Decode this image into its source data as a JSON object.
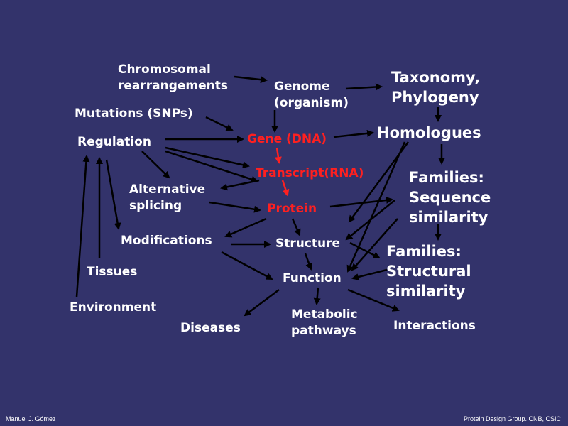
{
  "colors": {
    "background": "#33336b",
    "text": "#ffffff",
    "highlight": "#ff2020",
    "arrow": "#000000"
  },
  "nodes": {
    "chromosomal": "Chromosomal\nrearrangements",
    "genome": "Genome\n(organism)",
    "taxonomy": "Taxonomy,\nPhylogeny",
    "mutations": "Mutations (SNPs)",
    "regulation": "Regulation",
    "gene": "Gene (DNA)",
    "homologues": "Homologues",
    "transcript": "Transcript(RNA)",
    "alt_splicing": "Alternative\nsplicing",
    "families_seq": "Families:\nSequence\nsimilarity",
    "protein": "Protein",
    "modifications": "Modifications",
    "structure": "Structure",
    "families_struct": "Families:\nStructural\nsimilarity",
    "tissues": "Tissues",
    "function": "Function",
    "environment": "Environment",
    "metabolic": "Metabolic\npathways",
    "diseases": "Diseases",
    "interactions": "Interactions"
  },
  "footer": {
    "author": "Manuel J. Gómez",
    "group": "Protein Design Group. CNB, CSIC"
  }
}
